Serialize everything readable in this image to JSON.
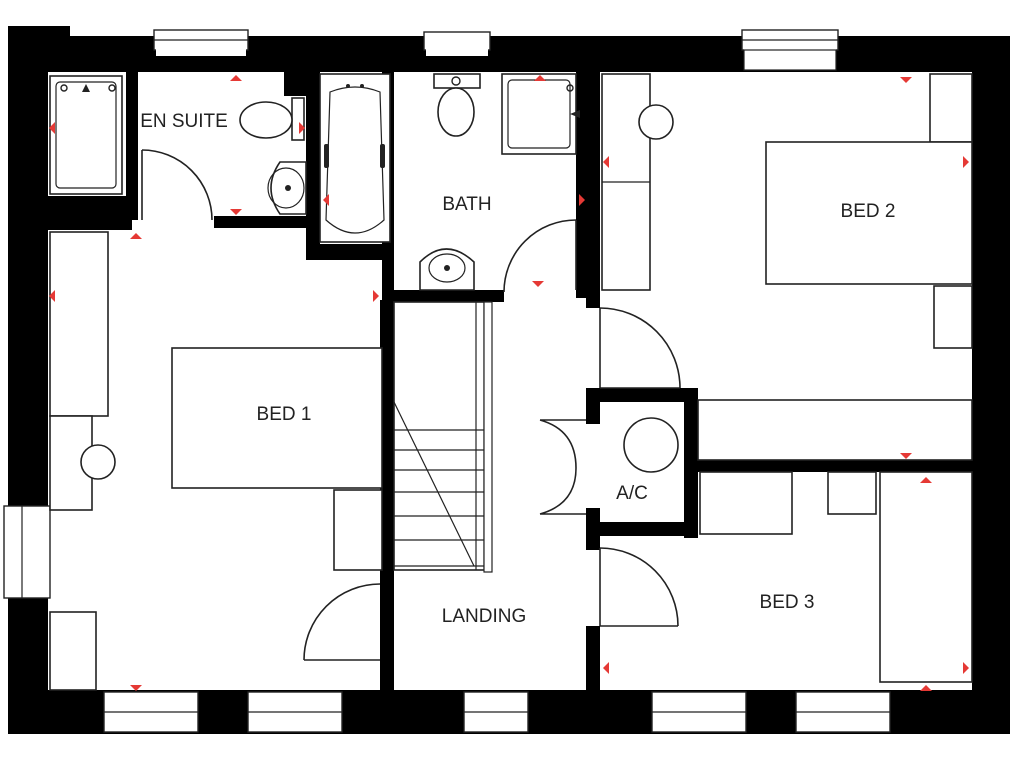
{
  "rooms": {
    "en_suite": "EN SUITE",
    "bath": "BATH",
    "bed_1": "BED 1",
    "bed_2": "BED 2",
    "bed_3": "BED 3",
    "ac": "A/C",
    "landing": "LANDING"
  },
  "colors": {
    "wall": "#000000",
    "marker": "#e53935",
    "line": "#222222",
    "background": "#ffffff"
  },
  "icons": [
    "door-swing-icon",
    "window-icon",
    "toilet-icon",
    "basin-icon",
    "bathtub-icon",
    "shower-tray-icon",
    "stairs-icon",
    "boiler-cylinder-icon",
    "electrical-point-marker-icon"
  ]
}
